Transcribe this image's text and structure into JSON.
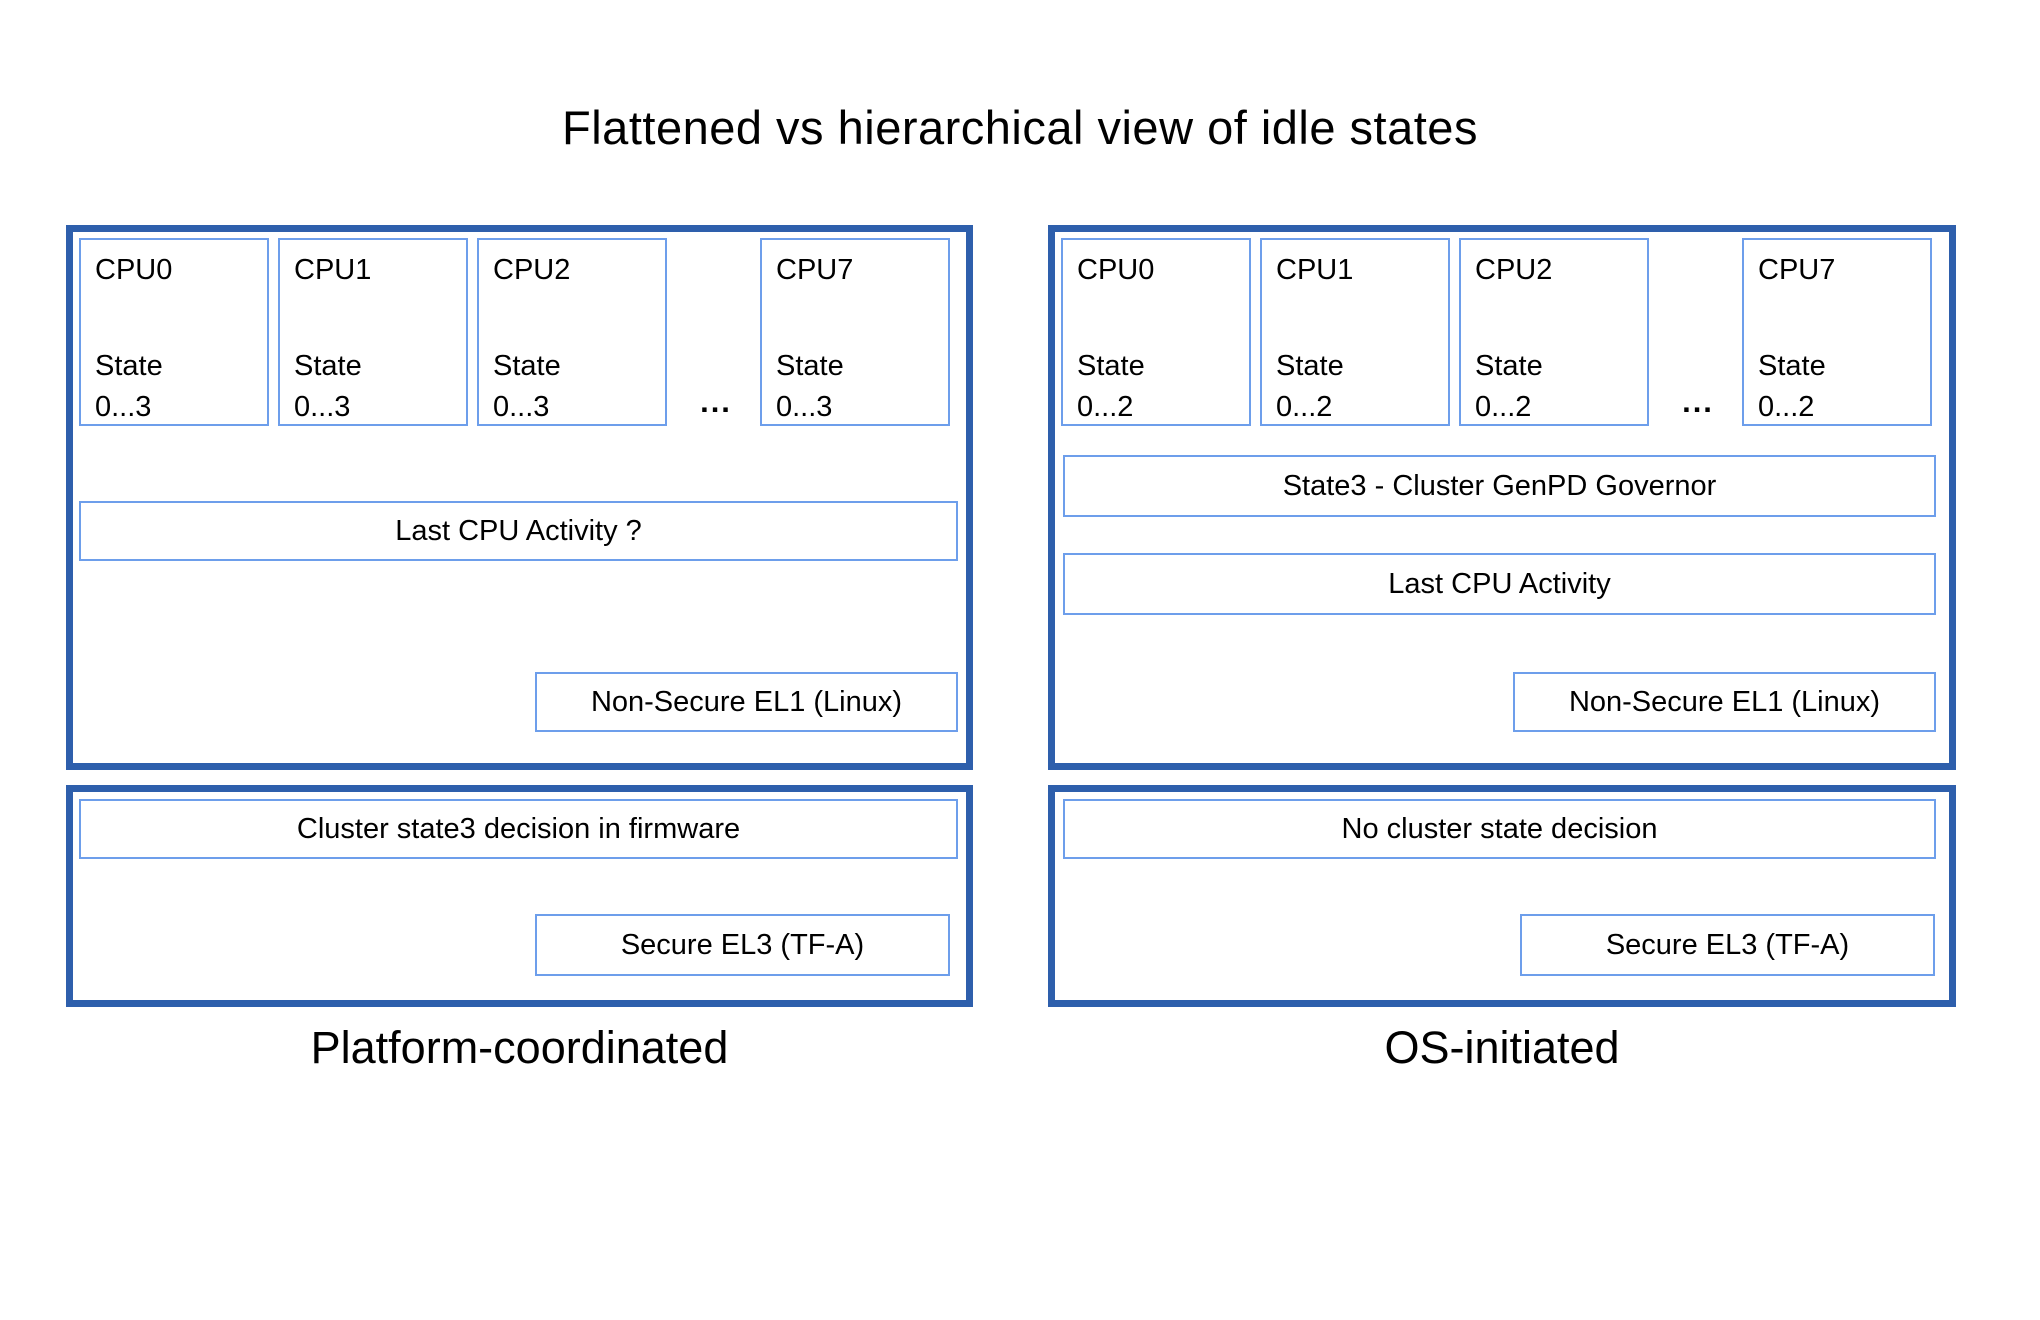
{
  "title": "Flattened vs hierarchical view of idle states",
  "colors": {
    "panel_border": "#2e5fac",
    "box_border": "#6d9eeb",
    "text": "#000000",
    "background": "#ffffff"
  },
  "left": {
    "cpus": [
      {
        "name": "CPU0",
        "state_label": "State",
        "state_range": "0...3"
      },
      {
        "name": "CPU1",
        "state_label": "State",
        "state_range": "0...3"
      },
      {
        "name": "CPU2",
        "state_label": "State",
        "state_range": "0...3"
      },
      {
        "name": "CPU7",
        "state_label": "State",
        "state_range": "0...3"
      }
    ],
    "ellipsis": "...",
    "last_cpu_activity": "Last CPU Activity ?",
    "non_secure_el1": "Non-Secure EL1 (Linux)",
    "cluster_decision": "Cluster state3 decision in firmware",
    "secure_el3": "Secure EL3 (TF-A)",
    "caption": "Platform-coordinated"
  },
  "right": {
    "cpus": [
      {
        "name": "CPU0",
        "state_label": "State",
        "state_range": "0...2"
      },
      {
        "name": "CPU1",
        "state_label": "State",
        "state_range": "0...2"
      },
      {
        "name": "CPU2",
        "state_label": "State",
        "state_range": "0...2"
      },
      {
        "name": "CPU7",
        "state_label": "State",
        "state_range": "0...2"
      }
    ],
    "ellipsis": "...",
    "governor": "State3 - Cluster GenPD Governor",
    "last_cpu_activity": "Last CPU Activity",
    "non_secure_el1": "Non-Secure EL1 (Linux)",
    "cluster_decision": "No cluster state decision",
    "secure_el3": "Secure EL3 (TF-A)",
    "caption": "OS-initiated"
  }
}
